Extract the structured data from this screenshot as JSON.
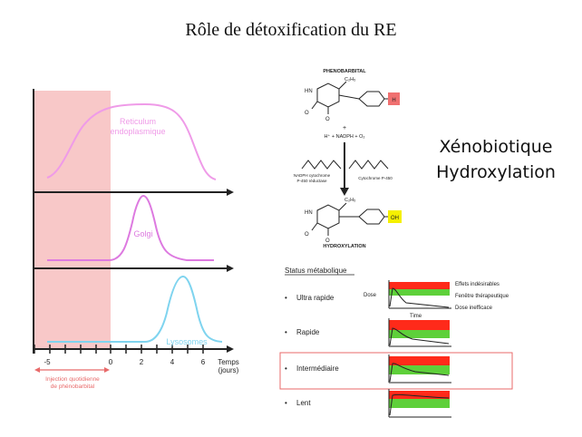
{
  "title": "Rôle de détoxification du RE",
  "side_heading": [
    "Xénobiotique",
    "Hydroxylation"
  ],
  "timeline": {
    "curve_labels": {
      "re": [
        "Reticulum",
        "endoplasmique"
      ],
      "golgi": "Golgi",
      "lysosomes": "Lysosomes"
    },
    "tick_labels": [
      "-5",
      "0",
      "2",
      "4",
      "6"
    ],
    "axis_label": [
      "Temps",
      "(jours)"
    ],
    "injection_label": [
      "Injection quotidienne",
      "de phénobarbital"
    ],
    "colors": {
      "shade": "#f8c8c8",
      "re": "#ef9be8",
      "golgi": "#dd7ae0",
      "lysosomes": "#7fd4ef",
      "injection": "#e86a6a"
    }
  },
  "reaction": {
    "top_label": "PHENOBARBITAL",
    "ethyl": "C₂H₅",
    "h_label": "H",
    "cofactors": "H⁺ + NADPH + O₂",
    "plus": "+",
    "enzyme_left": [
      "NADPH cytochrome",
      "P-450 réductase"
    ],
    "enzyme_right": "Cytochrome P-450",
    "oh_label": "OH",
    "bottom_label": "HYDROXYLATION",
    "nh": "HN",
    "o": "O",
    "colors": {
      "h_box": "#f07070",
      "oh_box": "#f5f000"
    }
  },
  "status": {
    "heading": "Status métabolique",
    "legend": [
      "Effets indésirables",
      "Fenêtre thérapeutique",
      "Dose inefficace"
    ],
    "dose_label": "Dose",
    "time_label": "Time",
    "rows": [
      {
        "bullet": "•",
        "label": "Ultra rapide"
      },
      {
        "bullet": "•",
        "label": "Rapide"
      },
      {
        "bullet": "•",
        "label": "Intermédiaire"
      },
      {
        "bullet": "•",
        "label": "Lent"
      }
    ],
    "colors": {
      "red": "#ff2a1a",
      "green": "#5ed03a",
      "highlight": "#e86a6a"
    }
  }
}
